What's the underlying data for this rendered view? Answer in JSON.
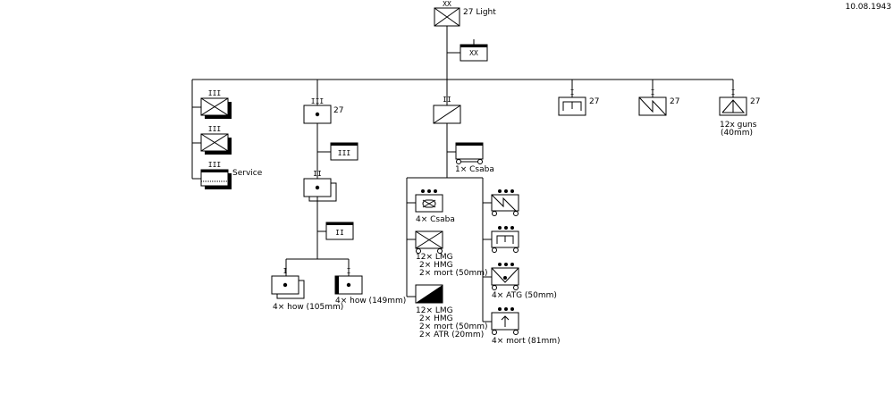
{
  "date": "10.08.1943",
  "hq": {
    "label": "27 Light",
    "echelon": "XX",
    "hq_echelon": "XX"
  },
  "left_column": {
    "regiment_1_echelon": "III",
    "regiment_2_echelon": "III",
    "service_echelon": "III",
    "service_label": "Service"
  },
  "artillery": {
    "regiment_label": "27",
    "regiment_echelon": "III",
    "hq_echelon": "III",
    "battalion_echelon": "II",
    "battalion_hq_echelon": "II",
    "battery_1_echelon": "I",
    "battery_2_echelon": "I",
    "battery_1_label": "4× how (105mm)",
    "battery_2_label": "4× how (149mm)"
  },
  "recon": {
    "echelon": "II",
    "hq_label": "1× Csaba",
    "units": [
      {
        "label": [
          "4× Csaba"
        ]
      },
      {
        "label": [
          "12× LMG",
          "2× HMG",
          "2× mort (50mm)"
        ]
      },
      {
        "label": [
          "12× LMG",
          "2× HMG",
          "2× mort (50mm)",
          "2× ATR (20mm)"
        ]
      },
      {
        "label": []
      },
      {
        "label": []
      },
      {
        "label": [
          "4× ATG (50mm)"
        ]
      },
      {
        "label": [
          "4× mort (81mm)"
        ]
      }
    ]
  },
  "top_units": {
    "engineer_echelon": "I",
    "engineer_label": "27",
    "signals_echelon": "I",
    "signals_label": "27",
    "aa_echelon": "I",
    "aa_label": "27",
    "aa_equipment": [
      "12x guns",
      "(40mm)"
    ]
  }
}
